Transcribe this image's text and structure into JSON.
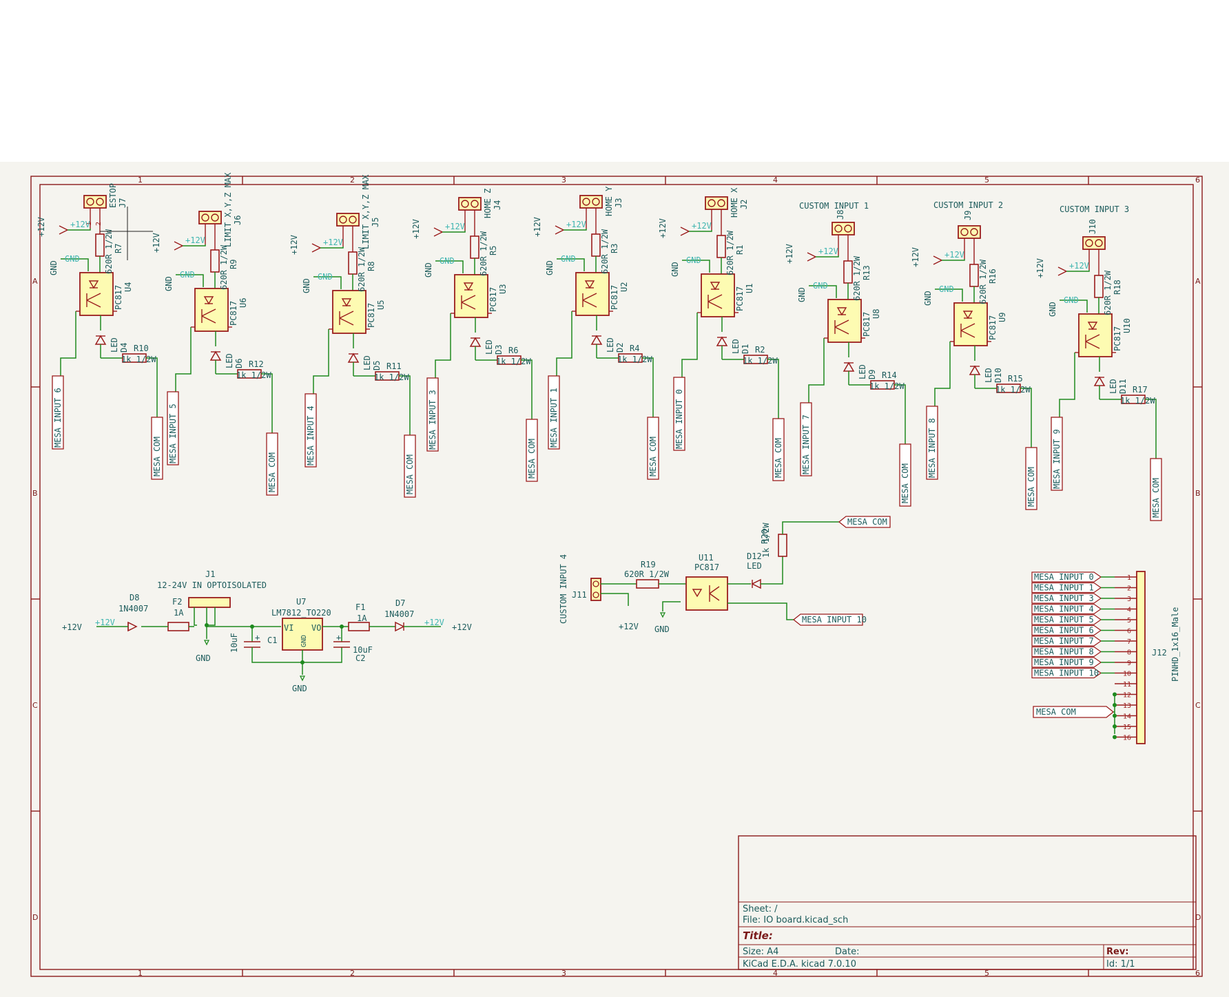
{
  "components": {
    "estop": {
      "ref_j": "J7",
      "label": "ESTOP",
      "ref_r": "R7",
      "val_r": "620R 1/2W",
      "ref_u": "U4",
      "part_u": "PC817",
      "ref_d": "D4",
      "part_d": "LED",
      "ref_r2": "R10",
      "val_r2": "1k 1/2W",
      "input": "MESA INPUT 6"
    },
    "limit1": {
      "ref_j": "J6",
      "label": "LIMIT X,Y,Z MAX",
      "ref_r": "R9",
      "val_r": "620R 1/2W",
      "ref_u": "U6",
      "part_u": "PC817",
      "ref_d": "D6",
      "part_d": "LED",
      "ref_r2": "R12",
      "val_r2": "1k 1/2W",
      "input": "MESA INPUT 5"
    },
    "limit2": {
      "ref_j": "J5",
      "label": "LIMIT X,Y,Z MAX",
      "ref_r": "R8",
      "val_r": "620R 1/2W",
      "ref_u": "U5",
      "part_u": "PC817",
      "ref_d": "D5",
      "part_d": "LED",
      "ref_r2": "R11",
      "val_r2": "1k 1/2W",
      "input": "MESA INPUT 4"
    },
    "homez": {
      "ref_j": "J4",
      "label": "HOME Z",
      "ref_r": "R5",
      "val_r": "620R 1/2W",
      "ref_u": "U3",
      "part_u": "PC817",
      "ref_d": "D3",
      "part_d": "LED",
      "ref_r2": "R6",
      "val_r2": "1k 1/2W",
      "input": "MESA INPUT 3"
    },
    "homey": {
      "ref_j": "J3",
      "label": "HOME Y",
      "ref_r": "R3",
      "val_r": "620R 1/2W",
      "ref_u": "U2",
      "part_u": "PC817",
      "ref_d": "D2",
      "part_d": "LED",
      "ref_r2": "R4",
      "val_r2": "1k 1/2W",
      "input": "MESA INPUT 1"
    },
    "homex": {
      "ref_j": "J2",
      "label": "HOME X",
      "ref_r": "R1",
      "val_r": "620R 1/2W",
      "ref_u": "U1",
      "part_u": "PC817",
      "ref_d": "D1",
      "part_d": "LED",
      "ref_r2": "R2",
      "val_r2": "1k 1/2W",
      "input": "MESA INPUT 0"
    },
    "custom1": {
      "ref_j": "J8",
      "label": "CUSTOM INPUT 1",
      "ref_r": "R13",
      "val_r": "620R 1/2W",
      "ref_u": "U8",
      "part_u": "PC817",
      "ref_d": "D9",
      "part_d": "LED",
      "ref_r2": "R14",
      "val_r2": "1k 1/2W",
      "input": "MESA INPUT 7"
    },
    "custom2": {
      "ref_j": "J9",
      "label": "CUSTOM INPUT 2",
      "ref_r": "R16",
      "val_r": "620R 1/2W",
      "ref_u": "U9",
      "part_u": "PC817",
      "ref_d": "D10",
      "part_d": "LED",
      "ref_r2": "R15",
      "val_r2": "1k 1/2W",
      "input": "MESA INPUT 8"
    },
    "custom3": {
      "ref_j": "J10",
      "label": "CUSTOM INPUT 3",
      "ref_r": "R18",
      "val_r": "620R 1/2W",
      "ref_u": "U10",
      "part_u": "PC817",
      "ref_d": "D11",
      "part_d": "LED",
      "ref_r2": "R17",
      "val_r2": "1k 1/2W",
      "input": "MESA INPUT 9"
    }
  },
  "power": {
    "p12": "+12V",
    "gnd": "GND",
    "com": "MESA COM"
  },
  "pins": {
    "p1": "1",
    "p2": "2",
    "p3": "3",
    "p4": "4"
  },
  "supply": {
    "j1": "J1",
    "j1_label": "12-24V IN OPTOISOLATED",
    "f2": "F2",
    "f2_val": "1A",
    "d8": "D8",
    "d8_part": "1N4007",
    "u7": "U7",
    "u7_part": "LM7812_TO220",
    "vi": "VI",
    "vo": "VO",
    "gnd_pin": "GND",
    "c1": "C1",
    "c1_val": "10uF",
    "c2": "C2",
    "c2_val": "10uF",
    "f1": "F1",
    "f1_val": "1A",
    "d7": "D7",
    "d7_part": "1N4007"
  },
  "custom4": {
    "label": "CUSTOM INPUT 4",
    "j11": "J11",
    "r19": "R19",
    "r19_val": "620R 1/2W",
    "u11": "U11",
    "u11_part": "PC817",
    "d12": "D12",
    "d12_part": "LED",
    "r20": "R20",
    "r20_val": "1k 1/2W",
    "com": "MESA COM",
    "out": "MESA INPUT 10"
  },
  "header": {
    "ref": "J12",
    "part": "PINHD_1x16_Male",
    "inputs": [
      "MESA INPUT 0",
      "MESA INPUT 1",
      "MESA INPUT 3",
      "MESA INPUT 4",
      "MESA INPUT 5",
      "MESA INPUT 6",
      "MESA INPUT 7",
      "MESA INPUT 8",
      "MESA INPUT 9",
      "MESA INPUT 10"
    ],
    "pin_numbers": [
      "1",
      "2",
      "3",
      "4",
      "5",
      "6",
      "7",
      "8",
      "9",
      "10",
      "11",
      "12",
      "13",
      "14",
      "15",
      "16"
    ],
    "com": "MESA COM"
  },
  "frame": {
    "cols": [
      "1",
      "2",
      "3",
      "4",
      "5",
      "6"
    ],
    "rows": [
      "A",
      "B",
      "C",
      "D"
    ]
  },
  "title_block": {
    "sheet": "Sheet: /",
    "file": "File: IO board.kicad_sch",
    "title": "Title:",
    "size": "Size: A4",
    "date": "Date:",
    "rev": "Rev:",
    "tool": "KiCad E.D.A.  kicad 7.0.10",
    "id": "Id: 1/1"
  },
  "colors": {
    "frame": "#8b1a1a",
    "wire": "#1f8a1f",
    "label": "#1c5b5b",
    "ic_fill": "#fdfbb2",
    "background": "#f5f4ef"
  }
}
